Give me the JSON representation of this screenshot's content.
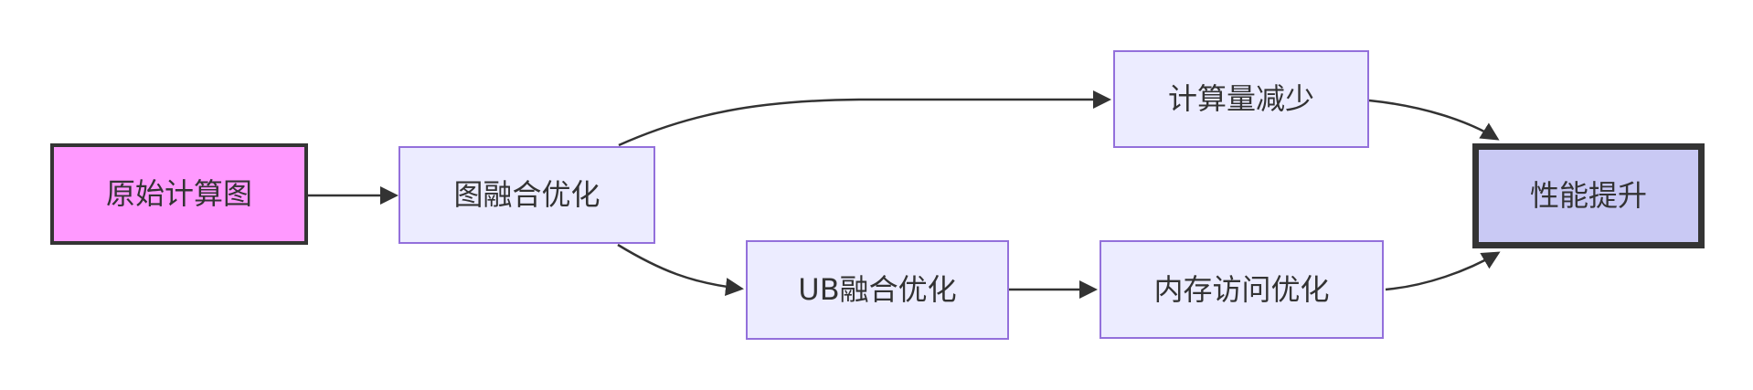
{
  "diagram": {
    "type": "flowchart",
    "direction": "left-to-right",
    "background": "#ffffff",
    "text_color": "#333333",
    "edge_color": "#333333",
    "nodes": [
      {
        "id": "original-graph",
        "label": "原始计算图",
        "fill": "#ff99ff",
        "border_color": "#343434"
      },
      {
        "id": "graph-fusion",
        "label": "图融合优化",
        "fill": "#ececff",
        "border_color": "#9370db"
      },
      {
        "id": "compute-reduce",
        "label": "计算量减少",
        "fill": "#ececff",
        "border_color": "#9370db"
      },
      {
        "id": "ub-fusion",
        "label": "UB融合优化",
        "fill": "#ececff",
        "border_color": "#9370db"
      },
      {
        "id": "memory-access",
        "label": "内存访问优化",
        "fill": "#ececff",
        "border_color": "#9370db"
      },
      {
        "id": "performance-gain",
        "label": "性能提升",
        "fill": "#c9c9f4",
        "border_color": "#343434"
      }
    ],
    "edges": [
      {
        "from": "原始计算图",
        "to": "图融合优化"
      },
      {
        "from": "图融合优化",
        "to": "计算量减少"
      },
      {
        "from": "图融合优化",
        "to": "UB融合优化"
      },
      {
        "from": "UB融合优化",
        "to": "内存访问优化"
      },
      {
        "from": "计算量减少",
        "to": "性能提升"
      },
      {
        "from": "内存访问优化",
        "to": "性能提升"
      }
    ]
  }
}
